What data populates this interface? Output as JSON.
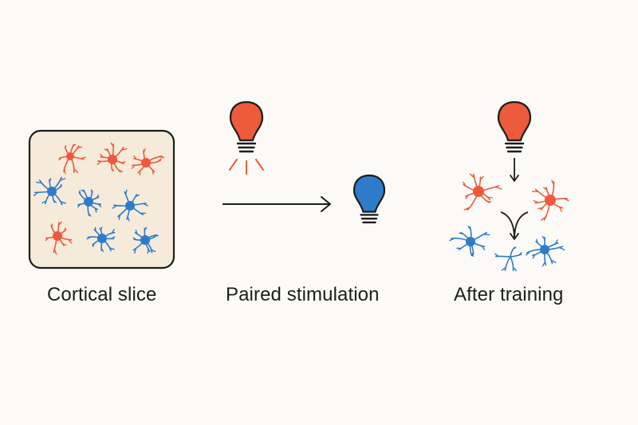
{
  "colors": {
    "excitatory": "#ee5a3c",
    "inhibitory": "#2e7bc9",
    "slice_fill": "#f6ebda",
    "outline": "#1d1d1d",
    "background": "#fbfaf7"
  },
  "icons": {
    "red_bulb": "lightbulb-icon",
    "blue_bulb": "lightbulb-icon",
    "arrow": "arrow-right-icon"
  },
  "panels": [
    {
      "label": "Cortical slice"
    },
    {
      "label": "Paired stimulation"
    },
    {
      "label": "After training"
    }
  ]
}
